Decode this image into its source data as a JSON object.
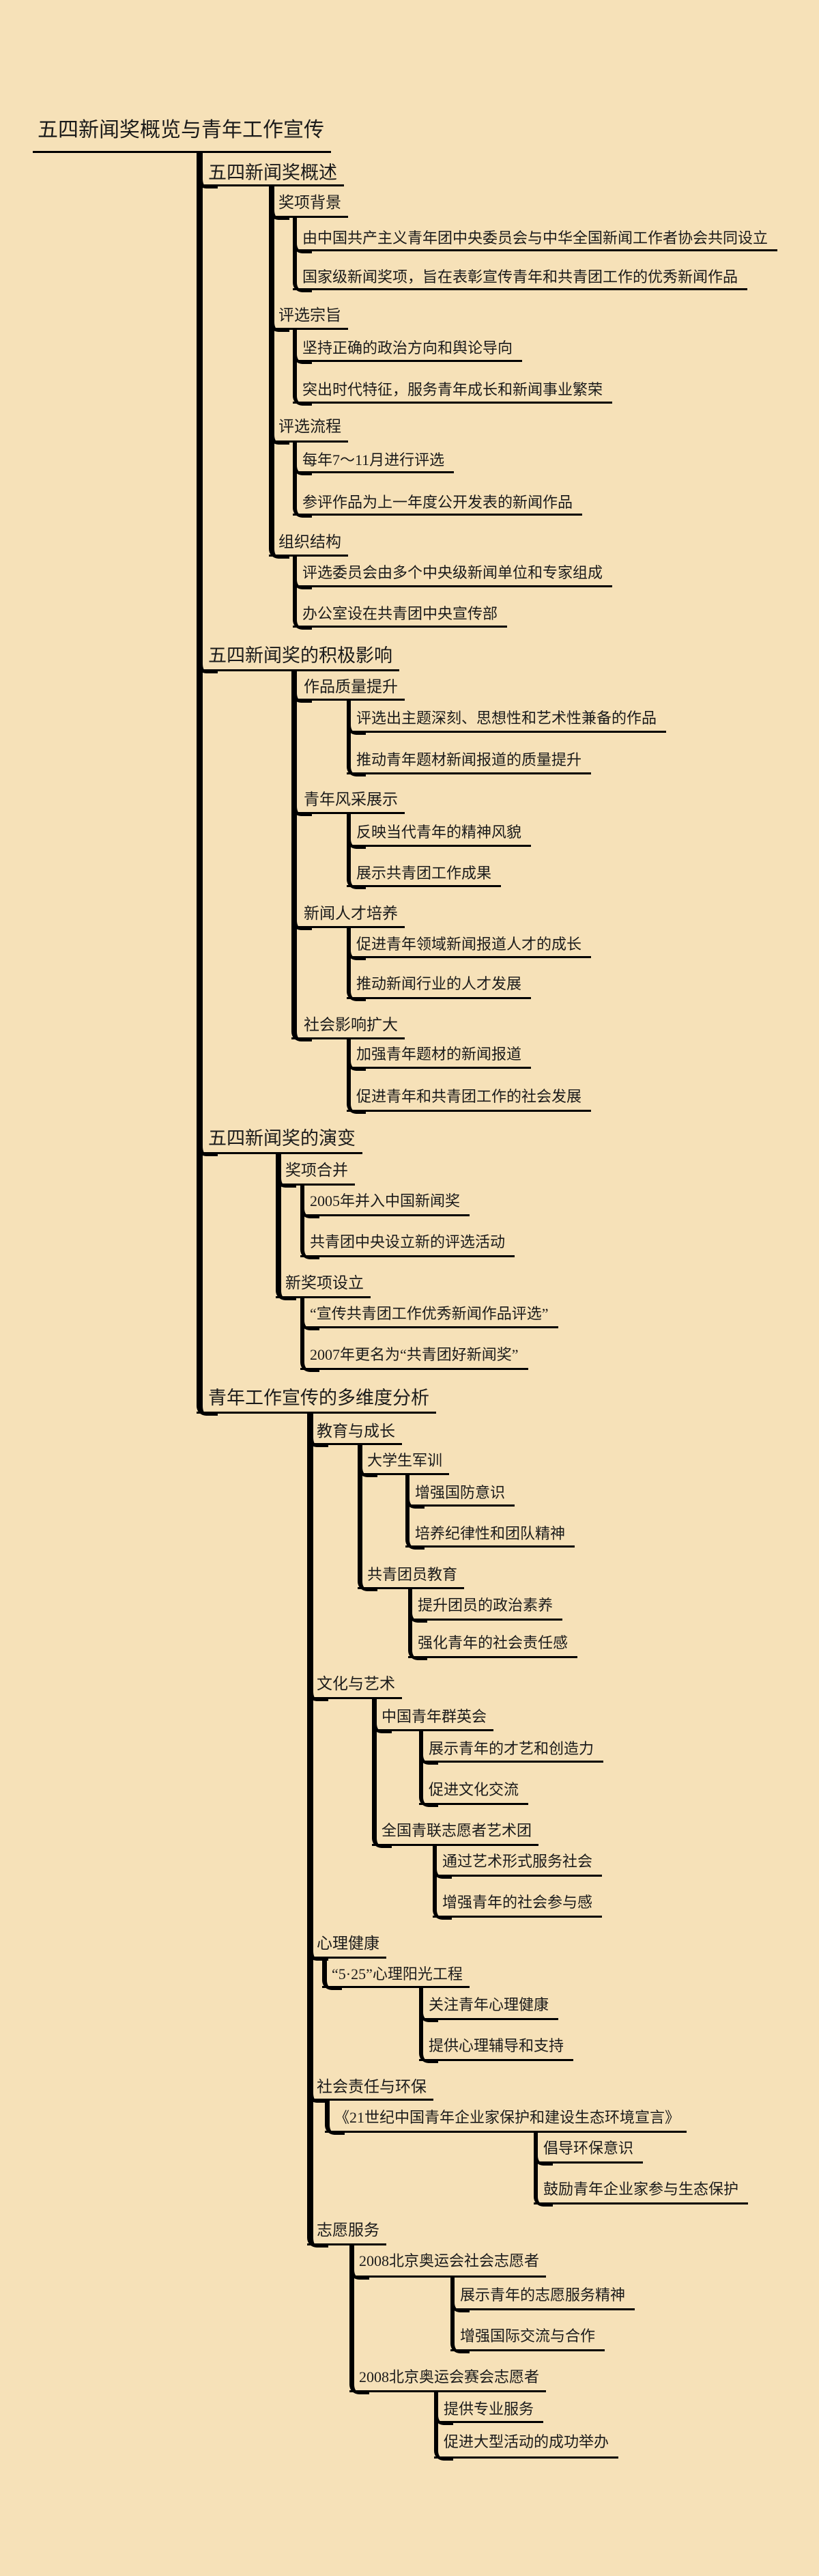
{
  "canvas": {
    "background_color": "#f6e1b8",
    "line_color": "#000000",
    "text_color": "#1a1a1a"
  },
  "mindmap": {
    "root": {
      "label": "五四新闻奖概览与青年工作宣传",
      "children": [
        {
          "label": "五四新闻奖概述",
          "children": [
            {
              "label": "奖项背景",
              "children": [
                {
                  "label": "由中国共产主义青年团中央委员会与中华全国新闻工作者协会共同设立"
                },
                {
                  "label": "国家级新闻奖项，旨在表彰宣传青年和共青团工作的优秀新闻作品"
                }
              ]
            },
            {
              "label": "评选宗旨",
              "children": [
                {
                  "label": "坚持正确的政治方向和舆论导向"
                },
                {
                  "label": "突出时代特征，服务青年成长和新闻事业繁荣"
                }
              ]
            },
            {
              "label": "评选流程",
              "children": [
                {
                  "label": "每年7～11月进行评选"
                },
                {
                  "label": "参评作品为上一年度公开发表的新闻作品"
                }
              ]
            },
            {
              "label": "组织结构",
              "children": [
                {
                  "label": "评选委员会由多个中央级新闻单位和专家组成"
                },
                {
                  "label": "办公室设在共青团中央宣传部"
                }
              ]
            }
          ]
        },
        {
          "label": "五四新闻奖的积极影响",
          "children": [
            {
              "label": "作品质量提升",
              "children": [
                {
                  "label": "评选出主题深刻、思想性和艺术性兼备的作品"
                },
                {
                  "label": "推动青年题材新闻报道的质量提升"
                }
              ]
            },
            {
              "label": "青年风采展示",
              "children": [
                {
                  "label": "反映当代青年的精神风貌"
                },
                {
                  "label": "展示共青团工作成果"
                }
              ]
            },
            {
              "label": "新闻人才培养",
              "children": [
                {
                  "label": "促进青年领域新闻报道人才的成长"
                },
                {
                  "label": "推动新闻行业的人才发展"
                }
              ]
            },
            {
              "label": "社会影响扩大",
              "children": [
                {
                  "label": "加强青年题材的新闻报道"
                },
                {
                  "label": "促进青年和共青团工作的社会发展"
                }
              ]
            }
          ]
        },
        {
          "label": "五四新闻奖的演变",
          "children": [
            {
              "label": "奖项合并",
              "children": [
                {
                  "label": "2005年并入中国新闻奖"
                },
                {
                  "label": "共青团中央设立新的评选活动"
                }
              ]
            },
            {
              "label": "新奖项设立",
              "children": [
                {
                  "label": "“宣传共青团工作优秀新闻作品评选”"
                },
                {
                  "label": "2007年更名为“共青团好新闻奖”"
                }
              ]
            }
          ]
        },
        {
          "label": "青年工作宣传的多维度分析",
          "children": [
            {
              "label": "教育与成长",
              "children": [
                {
                  "label": "大学生军训",
                  "children": [
                    {
                      "label": "增强国防意识"
                    },
                    {
                      "label": "培养纪律性和团队精神"
                    }
                  ]
                },
                {
                  "label": "共青团员教育",
                  "children": [
                    {
                      "label": "提升团员的政治素养"
                    },
                    {
                      "label": "强化青年的社会责任感"
                    }
                  ]
                }
              ]
            },
            {
              "label": "文化与艺术",
              "children": [
                {
                  "label": "中国青年群英会",
                  "children": [
                    {
                      "label": "展示青年的才艺和创造力"
                    },
                    {
                      "label": "促进文化交流"
                    }
                  ]
                },
                {
                  "label": "全国青联志愿者艺术团",
                  "children": [
                    {
                      "label": "通过艺术形式服务社会"
                    },
                    {
                      "label": "增强青年的社会参与感"
                    }
                  ]
                }
              ]
            },
            {
              "label": "心理健康",
              "children": [
                {
                  "label": "“5·25”心理阳光工程",
                  "children": [
                    {
                      "label": "关注青年心理健康"
                    },
                    {
                      "label": "提供心理辅导和支持"
                    }
                  ]
                }
              ]
            },
            {
              "label": "社会责任与环保",
              "children": [
                {
                  "label": "《21世纪中国青年企业家保护和建设生态环境宣言》",
                  "children": [
                    {
                      "label": "倡导环保意识"
                    },
                    {
                      "label": "鼓励青年企业家参与生态保护"
                    }
                  ]
                }
              ]
            },
            {
              "label": "志愿服务",
              "children": [
                {
                  "label": "2008北京奥运会社会志愿者",
                  "children": [
                    {
                      "label": "展示青年的志愿服务精神"
                    },
                    {
                      "label": "增强国际交流与合作"
                    }
                  ]
                },
                {
                  "label": "2008北京奥运会赛会志愿者",
                  "children": [
                    {
                      "label": "提供专业服务"
                    },
                    {
                      "label": "促进大型活动的成功举办"
                    }
                  ]
                }
              ]
            }
          ]
        }
      ]
    }
  }
}
